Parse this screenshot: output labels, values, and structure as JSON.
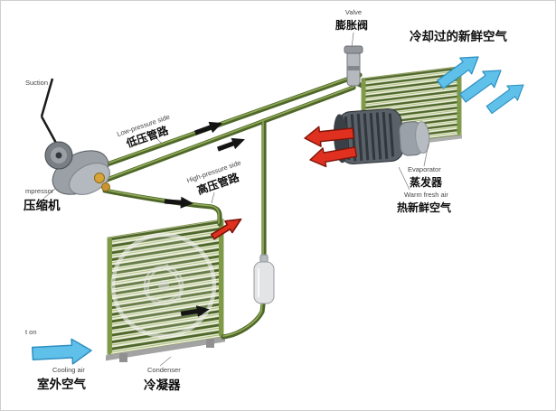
{
  "labels": {
    "suction": "Suction",
    "left_edge_partial": "t on",
    "valve_en": "Valve",
    "valve_zh": "膨胀阀",
    "cooled_fresh_air_zh": "冷却过的新鲜空气",
    "low_pressure_en": "Low-pressure side",
    "low_pressure_zh": "低压管路",
    "high_pressure_en": "High-pressure side",
    "high_pressure_zh": "高压管路",
    "compressor_en_partial": "mpressor",
    "compressor_zh": "压缩机",
    "evaporator_en": "Evaporator",
    "evaporator_zh": "蒸发器",
    "warm_fresh_air_en": "Warm fresh air",
    "warm_fresh_air_zh": "热新鲜空气",
    "cooling_air_en": "Cooling air",
    "outdoor_air_zh": "室外空气",
    "condenser_en": "Condenser",
    "condenser_zh": "冷凝器"
  },
  "colors": {
    "pipe_dark": "#4f672a",
    "pipe_light": "#9ab45c",
    "coil_background": "#edf0de",
    "cool_air_blue": "#5fc0ea",
    "warm_air_red": "#e03020",
    "flow_arrow_black": "#141414",
    "background": "#ffffff"
  }
}
